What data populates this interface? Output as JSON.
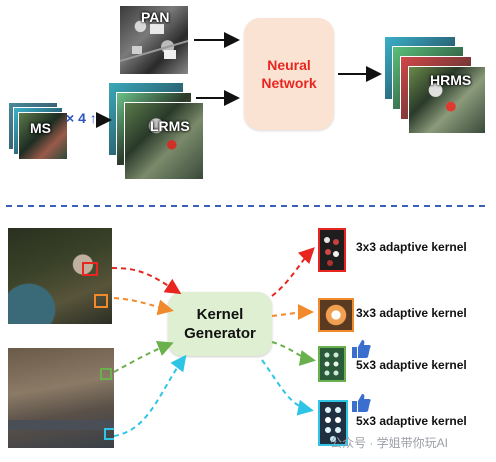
{
  "top": {
    "pan_label": "PAN",
    "ms_label": "MS",
    "upsample_label": "× 4 ↑",
    "lrms_label": "LRMS",
    "network_label_line1": "Neural",
    "network_label_line2": "Network",
    "hrms_label": "HRMS"
  },
  "bottom": {
    "generator_line1": "Kernel",
    "generator_line2": "Generator",
    "kernels": [
      {
        "label": "3x3 adaptive kernel"
      },
      {
        "label": "3x3 adaptive kernel"
      },
      {
        "label": "5x3 adaptive kernel"
      },
      {
        "label": "5x3 adaptive kernel"
      }
    ]
  },
  "watermark": "公众号 · 学姐带你玩AI",
  "colors": {
    "network_text": "#e8261f",
    "divider": "#3a5fb8",
    "arrow_red": "#e8261f",
    "arrow_orange": "#f08a2c",
    "arrow_green": "#6ab04c",
    "arrow_cyan": "#2ec4e6"
  }
}
